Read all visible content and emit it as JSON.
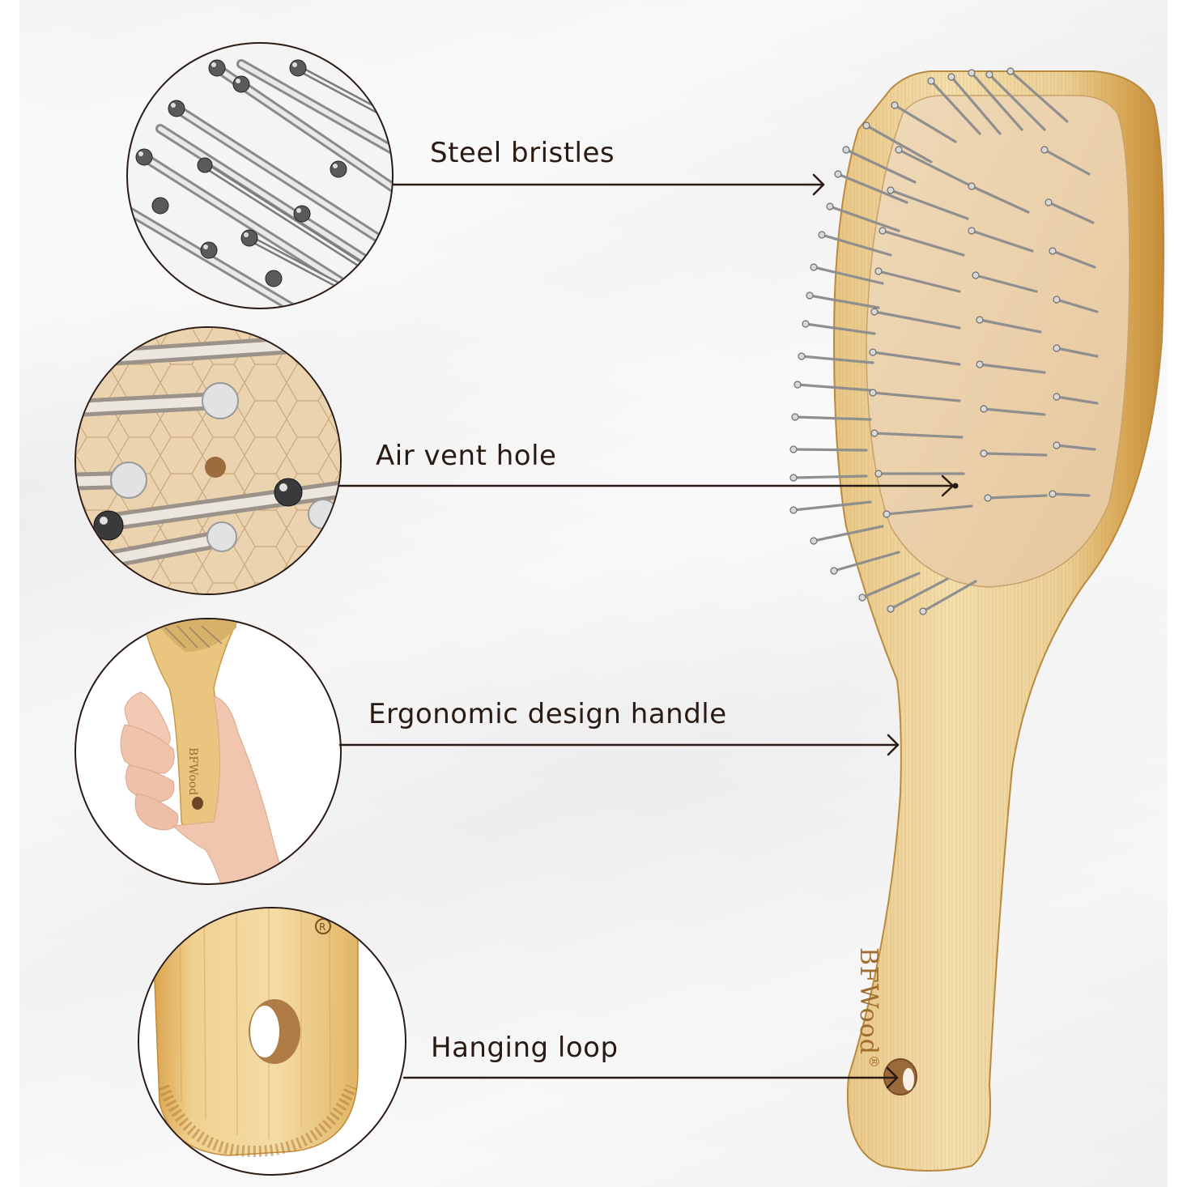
{
  "product": {
    "brand_logo": "BFWood",
    "registered_mark": "®"
  },
  "colors": {
    "text": "#2a1a14",
    "line": "#2b1b15",
    "bamboo_light": "#f1d9a4",
    "bamboo_mid": "#e3bd72",
    "bamboo_dark": "#c99441",
    "cushion": "#ecd1ad",
    "steel": "#c9c9c9",
    "background": "#f2f2f2"
  },
  "callouts": [
    {
      "label": "Steel bristles",
      "detail_image": "steel-bristles-closeup"
    },
    {
      "label": "Air vent hole",
      "detail_image": "air-vent-hole-closeup"
    },
    {
      "label": "Ergonomic design handle",
      "detail_image": "hand-holding-brush"
    },
    {
      "label": "Hanging loop",
      "detail_image": "hanging-loop-closeup"
    }
  ]
}
